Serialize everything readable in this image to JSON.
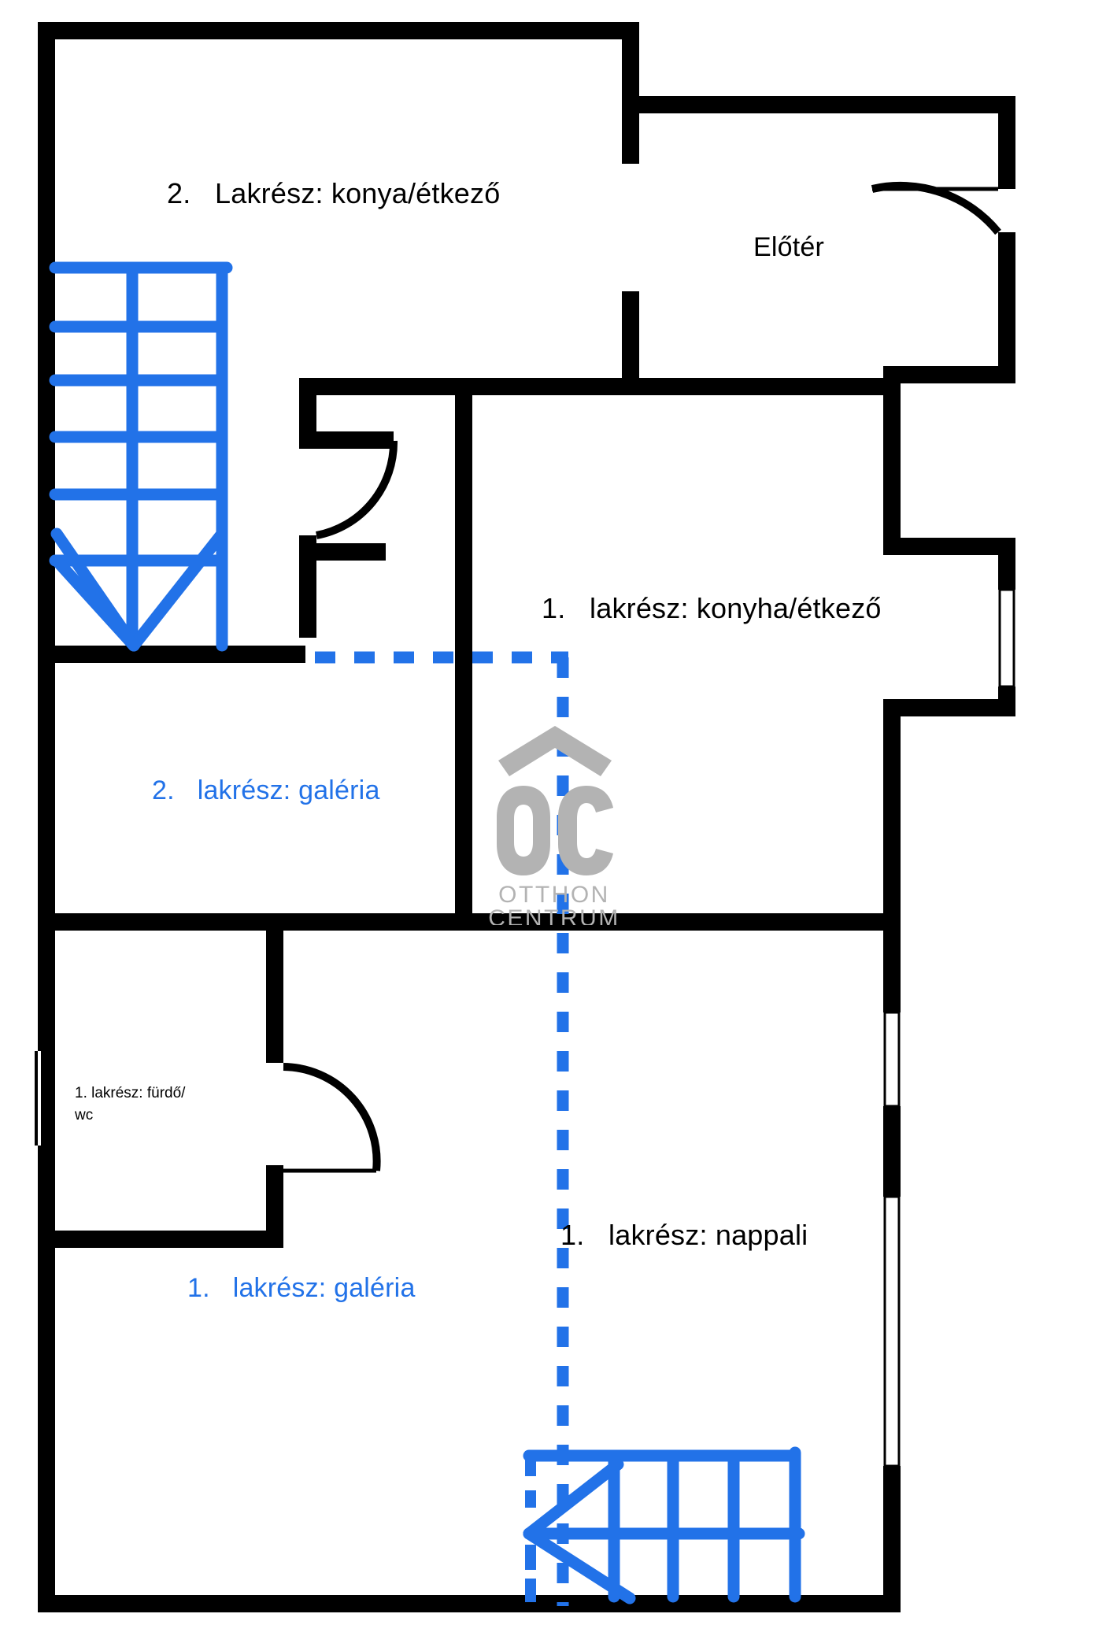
{
  "document": {
    "type": "floor-plan",
    "title": "Lakás alaprajz",
    "units": "",
    "colors": {
      "wall": "#000000",
      "accent_blue": "#2272e8",
      "watermark_gray": "#b3b3b3",
      "background": "#ffffff"
    }
  },
  "labels": {
    "kitchen_dining_2": "2.   Lakrész: konya/étkező",
    "entry_hall": "Előtér",
    "kitchen_dining_1": "1.   lakrész: konyha/étkező",
    "gallery_2": "2.   lakrész: galéria",
    "bathroom_wc_1_line1": "1.   lakrész: fürdő/",
    "bathroom_wc_1_line2": "wc",
    "living_room_1": "1.   lakrész: nappali",
    "gallery_1": "1.   lakrész: galéria"
  },
  "watermark": {
    "monogram": "OC",
    "line1": "OTTHON",
    "line2": "CENTRUM"
  },
  "features": {
    "staircase_upper_left": "staircase-with-down-arrow",
    "staircase_lower_right": "staircase-with-left-arrow",
    "door_swing_entry": "door-arc",
    "door_swing_hall": "door-arc",
    "door_swing_bathroom": "door-arc",
    "window_right_upper": "window",
    "window_right_middle": "window",
    "window_right_lower": "window",
    "dashed_divider": "blue-dashed-boundary"
  }
}
